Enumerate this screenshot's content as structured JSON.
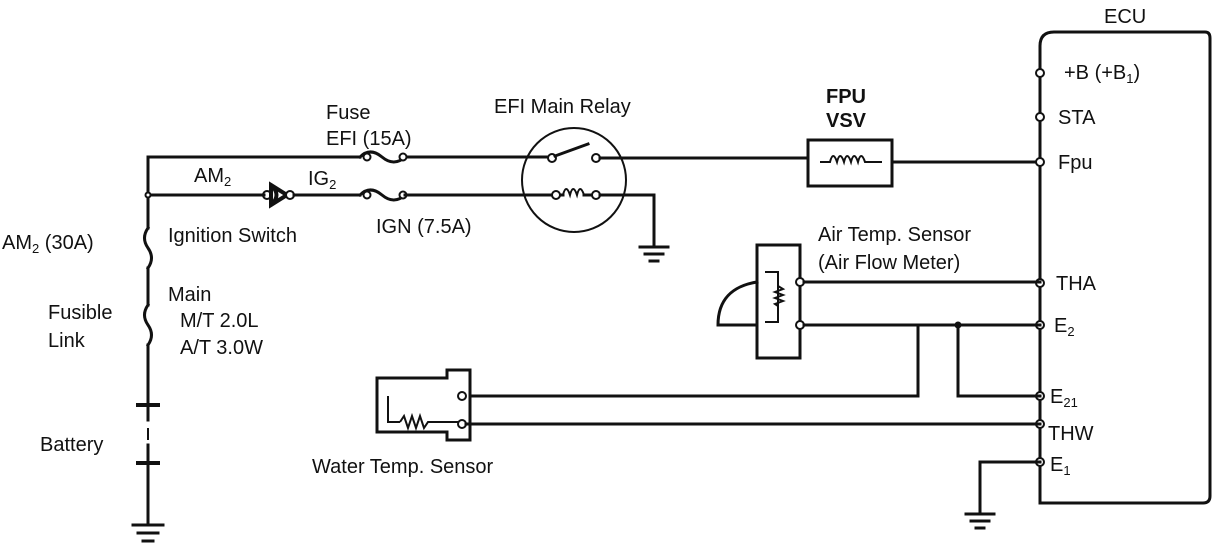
{
  "ecu": {
    "title": "ECU",
    "pins": {
      "b_main": "+B (+B",
      "b_sub": "1",
      "b_close": ")",
      "sta": "STA",
      "fpu": "Fpu",
      "tha": "THA",
      "e2_main": "E",
      "e2_sub": "2",
      "e21_main": "E",
      "e21_sub": "21",
      "thw": "THW",
      "e1_main": "E",
      "e1_sub": "1"
    }
  },
  "left": {
    "am2_main": "AM",
    "am2_sub": "2",
    "am2_fuse_main": "AM",
    "am2_fuse_sub": "2",
    "am2_fuse_rating": " (30A)",
    "ignition_switch": "Ignition Switch",
    "fusible_line1": "Fusible",
    "fusible_line2": "Link",
    "main_line1": "Main",
    "main_line2": "M/T  2.0L",
    "main_line3": "A/T  3.0W",
    "battery": "Battery"
  },
  "relay": {
    "fuse_label": "Fuse",
    "efi_fuse": "EFI (15A)",
    "ig2_main": "IG",
    "ig2_sub": "2",
    "ign_fuse": "IGN (7.5A)",
    "title": "EFI Main Relay"
  },
  "fpu_vsv": {
    "line1": "FPU",
    "line2": "VSV"
  },
  "air_sensor": {
    "line1": "Air Temp. Sensor",
    "line2": "(Air Flow Meter)"
  },
  "water_sensor": {
    "label": "Water Temp. Sensor"
  }
}
